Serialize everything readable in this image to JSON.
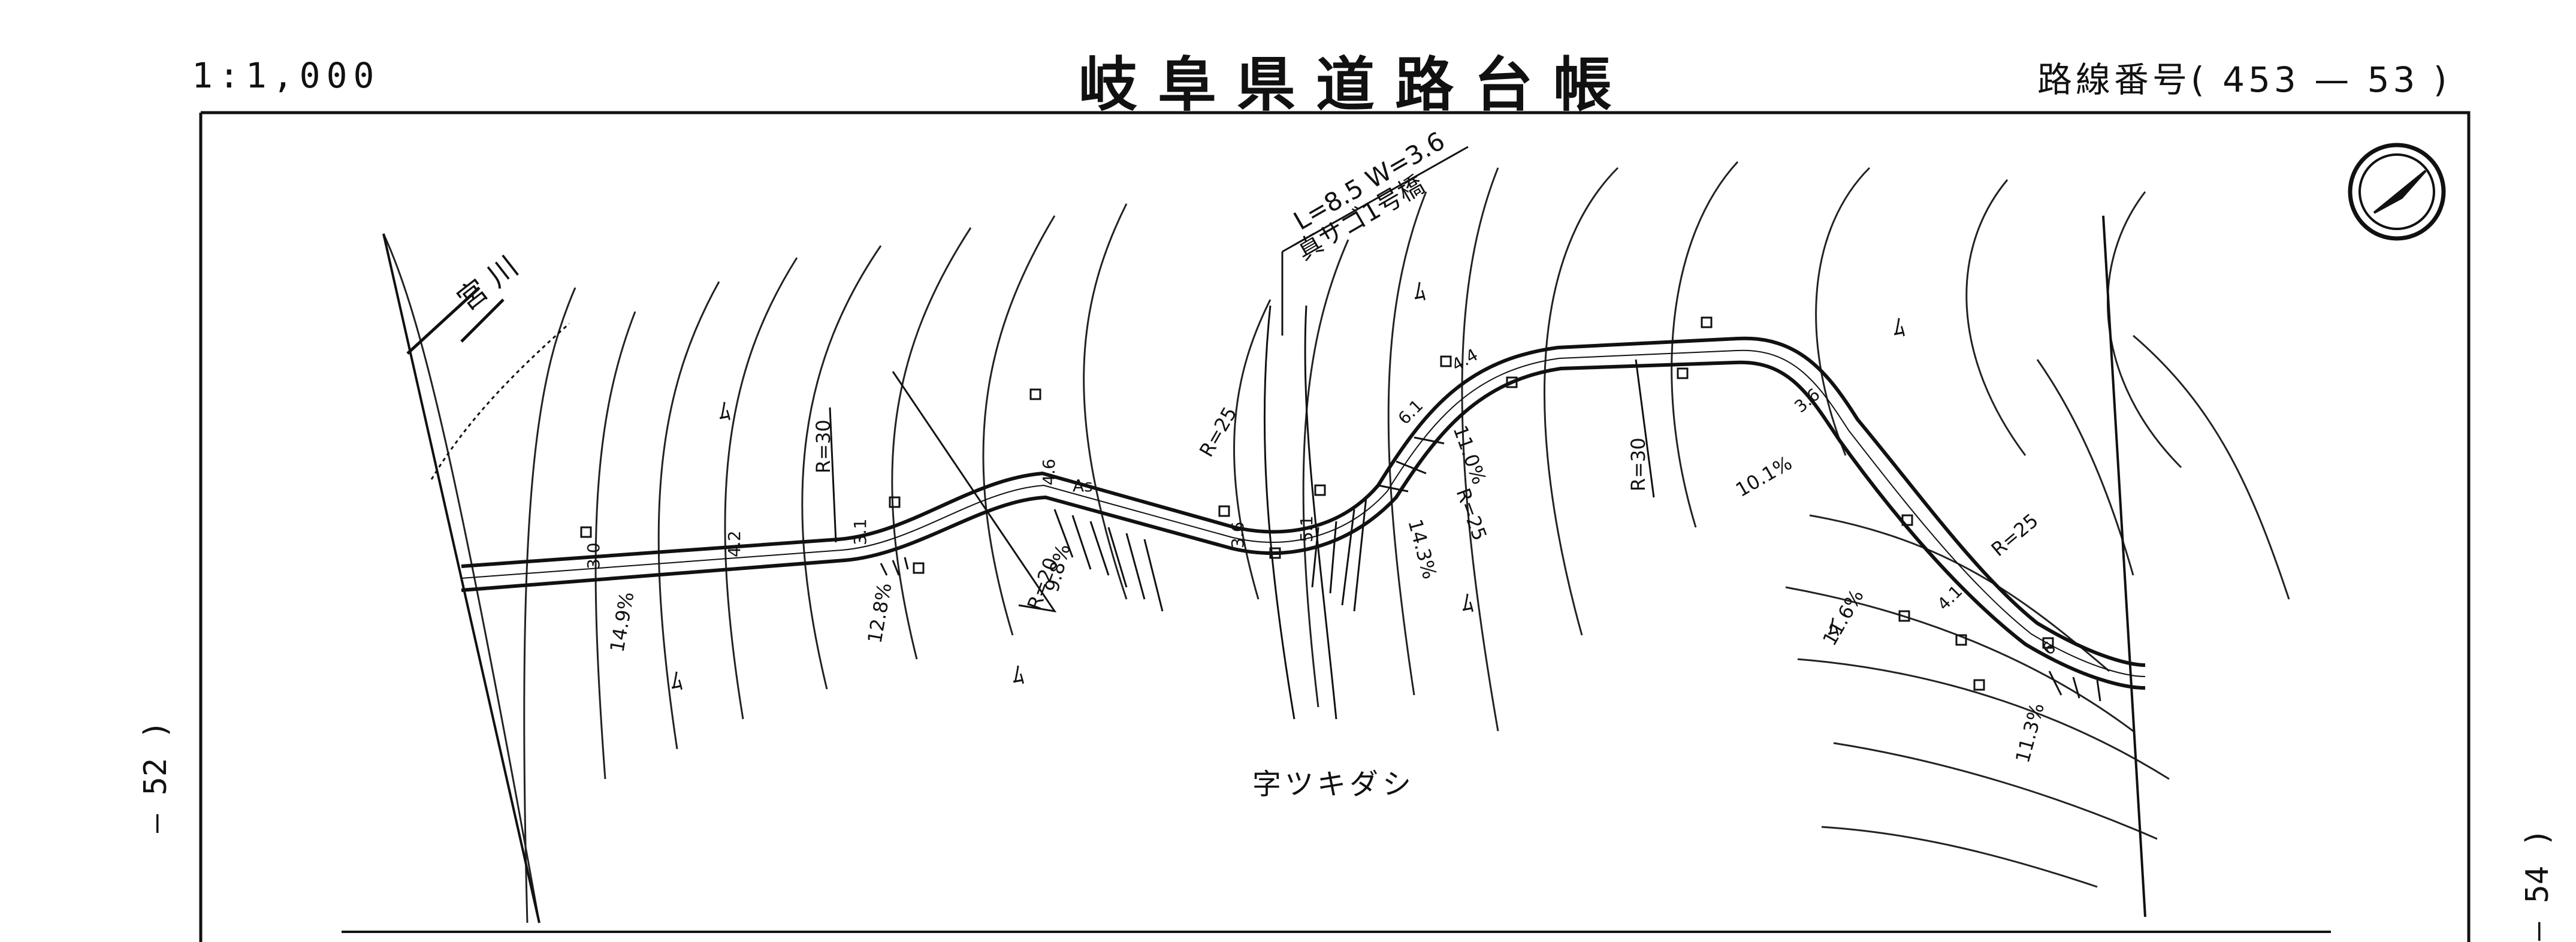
{
  "header": {
    "scale": "1:1,000",
    "title": "岐阜県道路台帳",
    "route_number": "路線番号( 453 — 53 )"
  },
  "side_refs": {
    "left": "— 52 )",
    "right": "— 54 )"
  },
  "map": {
    "river_label": "宮 川",
    "bridge_label": "L=8.5  W=3.6",
    "bridge_name": "真サゴ1号橋",
    "place_name": "字ツキダシ",
    "surface_label": "As",
    "width_labels": [
      "3.0",
      "4.2",
      "3.1",
      "4.6",
      "3.6",
      "5.1",
      "6.1",
      "4.4",
      "3.6",
      "4.1",
      "6"
    ],
    "radius_labels": [
      "R=30",
      "R=25",
      "R=20",
      "R=25",
      "R=30",
      "R=25"
    ],
    "grade_labels": [
      "14.9%",
      "12.8%",
      "9.8%",
      "11.0%",
      "14.3%",
      "10.1%",
      "11.6%",
      "11.3%"
    ],
    "vegetation_symbol": "ﾑ",
    "north_arrow": "north-arrow-icon"
  }
}
